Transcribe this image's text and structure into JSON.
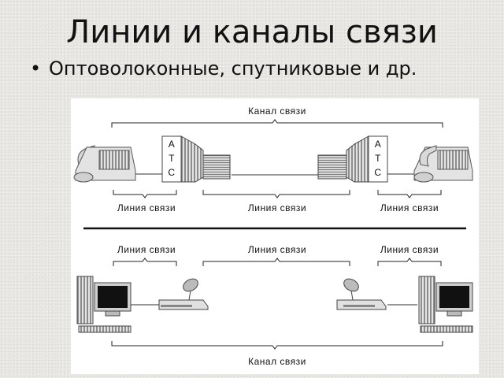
{
  "slide": {
    "title": "Линии и каналы связи",
    "bullet_symbol": "•",
    "bullet_text": "Оптоволоконные, спутниковые и др."
  },
  "diagram": {
    "top": {
      "channel_label": "Канал связи",
      "exchange_label_lines": [
        "А",
        "Т",
        "С"
      ],
      "line_labels": [
        "Линия связи",
        "Линия связи",
        "Линия связи"
      ]
    },
    "bottom": {
      "channel_label": "Канал связи",
      "line_labels": [
        "Линия связи",
        "Линия связи",
        "Линия связи"
      ]
    }
  },
  "colors": {
    "background": "#e9e7e3",
    "figure_background": "#ffffff"
  }
}
